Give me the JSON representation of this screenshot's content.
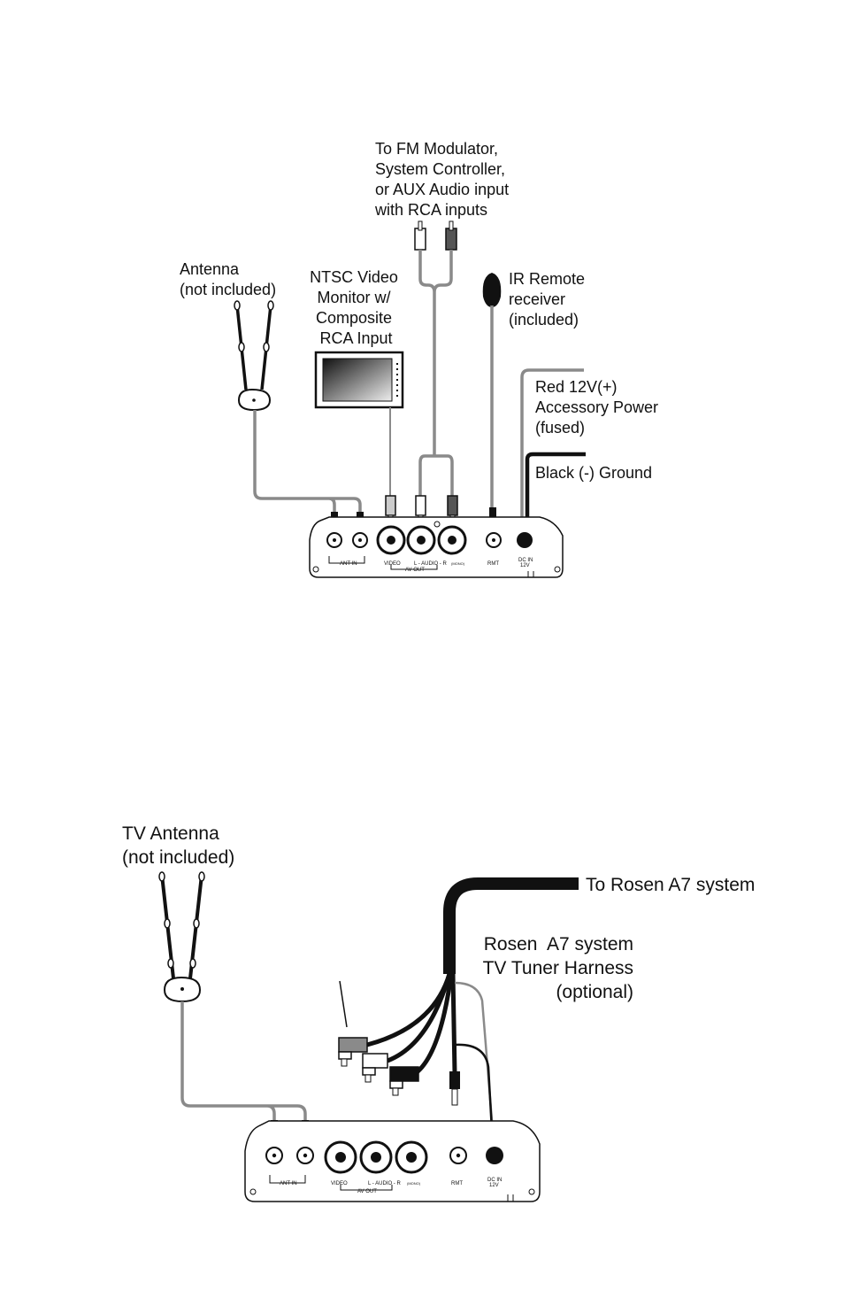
{
  "diagram1": {
    "labels": {
      "fm_modulator": "To FM Modulator,\nSystem Controller,\nor AUX Audio input\nwith RCA inputs",
      "antenna": "Antenna\n(not included)",
      "monitor": "NTSC Video\nMonitor w/\nComposite\n RCA Input",
      "ir_remote": "IR Remote\nreceiver\n(included)",
      "red_power": "Red 12V(+)\nAccessory Power\n(fused)",
      "black_ground": "Black (-) Ground"
    },
    "panel": {
      "antin": "ANT IN",
      "video": "VIDEO",
      "audio": "L - AUDIO - R",
      "mono": "(MONO)",
      "av_out": "AV OUT",
      "rmt": "RMT",
      "dc_in": "DC IN",
      "dc_v": "12V"
    }
  },
  "diagram2": {
    "labels": {
      "tv_antenna": "TV Antenna\n(not included)",
      "rosen_system": "To Rosen A7 system",
      "harness": "Rosen  A7 system\nTV Tuner Harness\n(optional)"
    },
    "panel": {
      "antin": "ANT IN",
      "video": "VIDEO",
      "audio": "L - AUDIO - R",
      "mono": "(MONO)",
      "av_out": "AV OUT",
      "rmt": "RMT",
      "dc_in": "DC IN",
      "dc_v": "12V"
    }
  }
}
